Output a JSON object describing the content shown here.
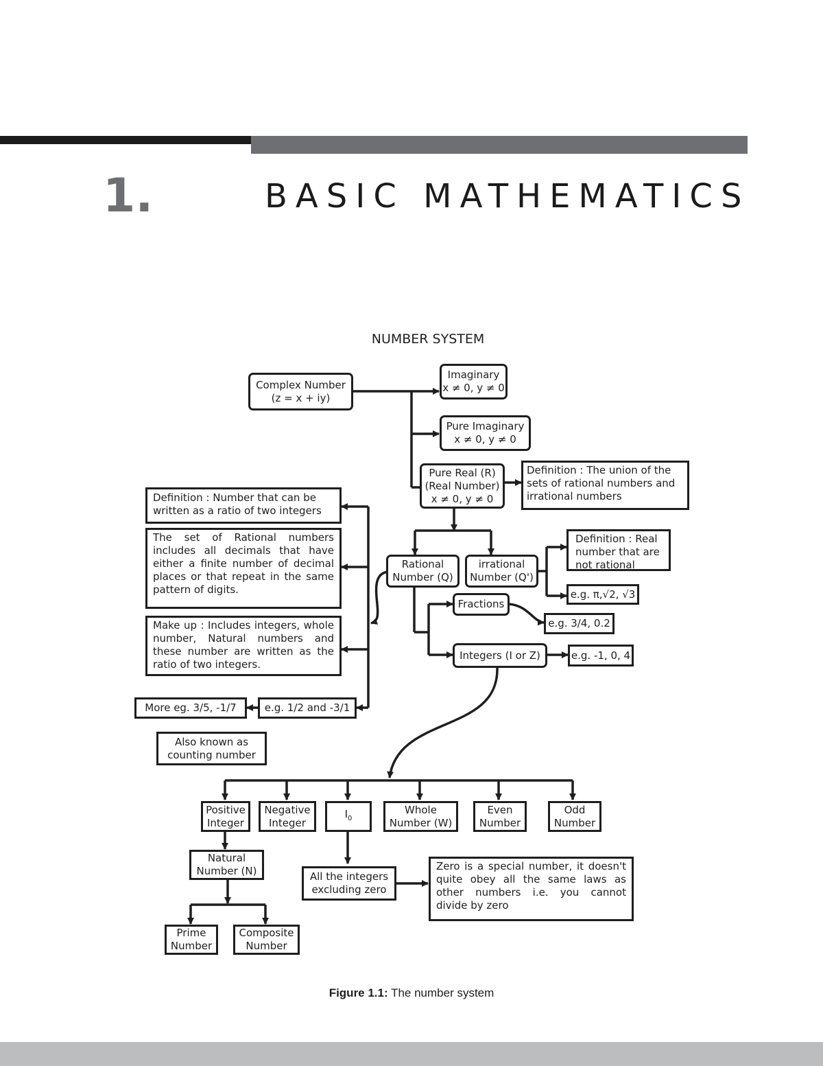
{
  "chapter": {
    "number": "1.",
    "title": "BASIC MATHEMATICS"
  },
  "diagram": {
    "title": "NUMBER SYSTEM",
    "nodes": {
      "complex": "Complex Number\n(z = x + iy)",
      "imaginary": "Imaginary\nx ≠ 0, y ≠ 0",
      "pure_imaginary": "Pure Imaginary\nx ≠ 0, y ≠ 0",
      "pure_real": "Pure Real (R)\n(Real Number)\nx ≠ 0, y ≠ 0",
      "real_definition": "Definition : The union of the sets of rational numbers and irrational numbers",
      "rational_definition": "Definition : Number that can be written as a ratio of two integers",
      "rational_set": "The set of Rational numbers includes all decimals that have either a finite number of decimal places or that repeat in the same pattern of digits.",
      "make_up": "Make up : Includes integers, whole number, Natural numbers and these number are written as the ratio of two integers.",
      "more_eg": "More eg. 3/5, -1/7",
      "eg_half": "e.g. 1/2 and -3/1",
      "rational": "Rational\nNumber (Q)",
      "irrational": "irrational\nNumber (Q')",
      "irrational_definition": "Definition : Real number that are not rational",
      "irrational_eg": "e.g. π,√2, √3",
      "fractions": "Fractions",
      "fractions_eg": "e.g. 3/4, 0.2",
      "integers": "Integers (I or Z)",
      "integers_eg": "e.g. -1, 0, 4",
      "counting": "Also known as\ncounting number",
      "positive_integer": "Positive\nInteger",
      "negative_integer": "Negative\nInteger",
      "i0": "I",
      "i0_sub": "0",
      "whole": "Whole\nNumber (W)",
      "even": "Even\nNumber",
      "odd": "Odd\nNumber",
      "natural": "Natural\nNumber (N)",
      "all_integers": "All the integers\nexcluding zero",
      "zero_note": "Zero is a special number, it doesn't quite obey all the same laws as other numbers i.e. you cannot divide by zero",
      "prime": "Prime\nNumber",
      "composite": "Composite\nNumber"
    }
  },
  "caption": {
    "label": "Figure 1.1:",
    "text": " The number system"
  }
}
